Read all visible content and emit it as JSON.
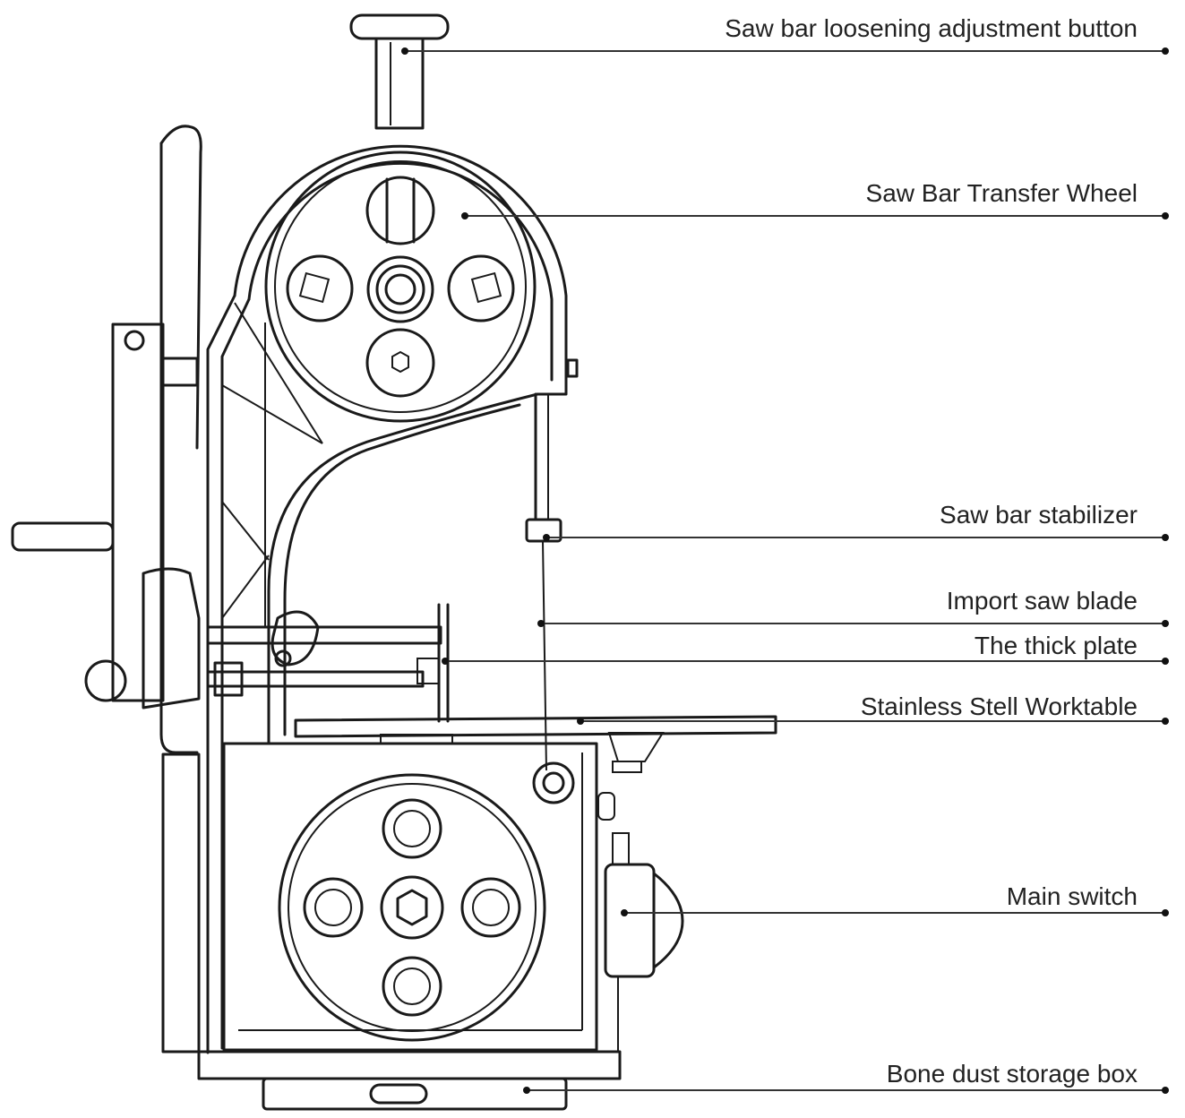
{
  "callouts": [
    {
      "id": "loosening-button",
      "label": "Saw bar loosening adjustment button"
    },
    {
      "id": "transfer-wheel",
      "label": "Saw Bar Transfer Wheel"
    },
    {
      "id": "stabilizer",
      "label": "Saw bar stabilizer"
    },
    {
      "id": "saw-blade",
      "label": "Import saw blade"
    },
    {
      "id": "thick-plate",
      "label": "The thick plate"
    },
    {
      "id": "worktable",
      "label": "Stainless Stell Worktable"
    },
    {
      "id": "main-switch",
      "label": "Main switch"
    },
    {
      "id": "dust-box",
      "label": "Bone dust storage box"
    }
  ],
  "colors": {
    "line": "#1a1a1a",
    "text": "#222222",
    "background": "#ffffff"
  }
}
